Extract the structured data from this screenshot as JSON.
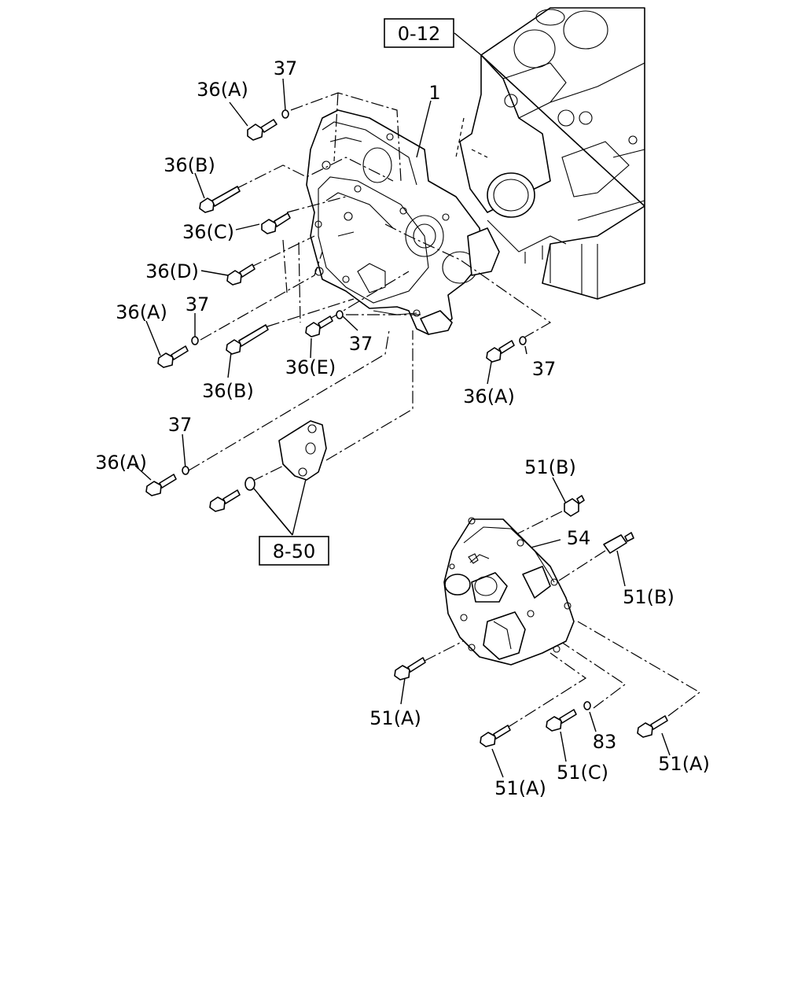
{
  "references": {
    "engine_block": "0-12",
    "bracket": "8-50"
  },
  "callouts": {
    "c1": "1",
    "c37a": "37",
    "c36A_a": "36(A)",
    "c36B_a": "36(B)",
    "c36C": "36(C)",
    "c36D": "36(D)",
    "c36A_b": "36(A)",
    "c37b": "37",
    "c36B_b": "36(B)",
    "c36E": "36(E)",
    "c37c": "37",
    "c37d": "37",
    "c36A_c": "36(A)",
    "c37e": "37",
    "c36A_d": "36(A)",
    "c51B_a": "51(B)",
    "c54": "54",
    "c51B_b": "51(B)",
    "c51A_a": "51(A)",
    "c51A_b": "51(A)",
    "c51C": "51(C)",
    "c83": "83",
    "c51A_c": "51(A)"
  }
}
